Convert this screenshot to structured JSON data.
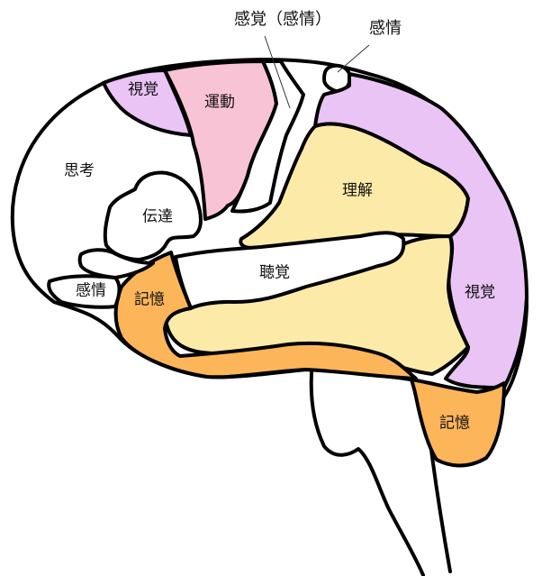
{
  "diagram": {
    "type": "brain-function-map",
    "colors": {
      "motor": "#F9C3D6",
      "vision": "#E9C4F5",
      "comprehension": "#FCEBA8",
      "memory": "#FDB55A",
      "white": "#FFFFFF",
      "outline": "#000000"
    },
    "labels": {
      "sensation_callout": "感覚（感情）",
      "emotion_callout_top": "感情",
      "vision_top": "視覚",
      "motor": "運動",
      "thinking": "思考",
      "transmission": "伝達",
      "comprehension": "理解",
      "hearing": "聴覚",
      "emotion_lower": "感情",
      "memory_front": "記憶",
      "vision_back": "視覚",
      "memory_back": "記憶"
    }
  }
}
